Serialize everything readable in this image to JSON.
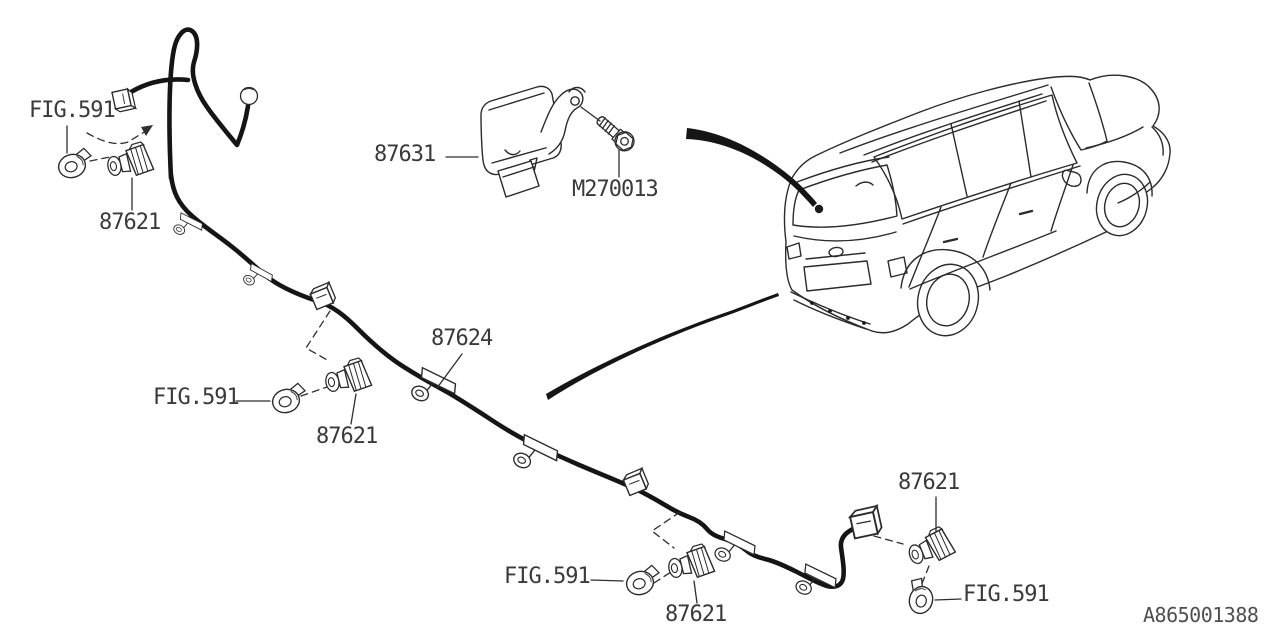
{
  "page": {
    "background": "#ffffff",
    "diagram_code": "A865001388"
  },
  "colors": {
    "line_art": "#2b2b2b",
    "harness": "#151515",
    "label_text": "#3a3a3a",
    "code_text": "#4f4f4f"
  },
  "labels": {
    "fig591_top_left": "FIG.591",
    "part_87621_top_left": "87621",
    "part_87631": "87631",
    "bolt_m270013": "M270013",
    "part_87624": "87624",
    "fig591_middle": "FIG.591",
    "part_87621_middle": "87621",
    "part_87621_right": "87621",
    "fig591_bottom": "FIG.591",
    "part_87621_bottom": "87621",
    "fig591_right": "FIG.591"
  }
}
